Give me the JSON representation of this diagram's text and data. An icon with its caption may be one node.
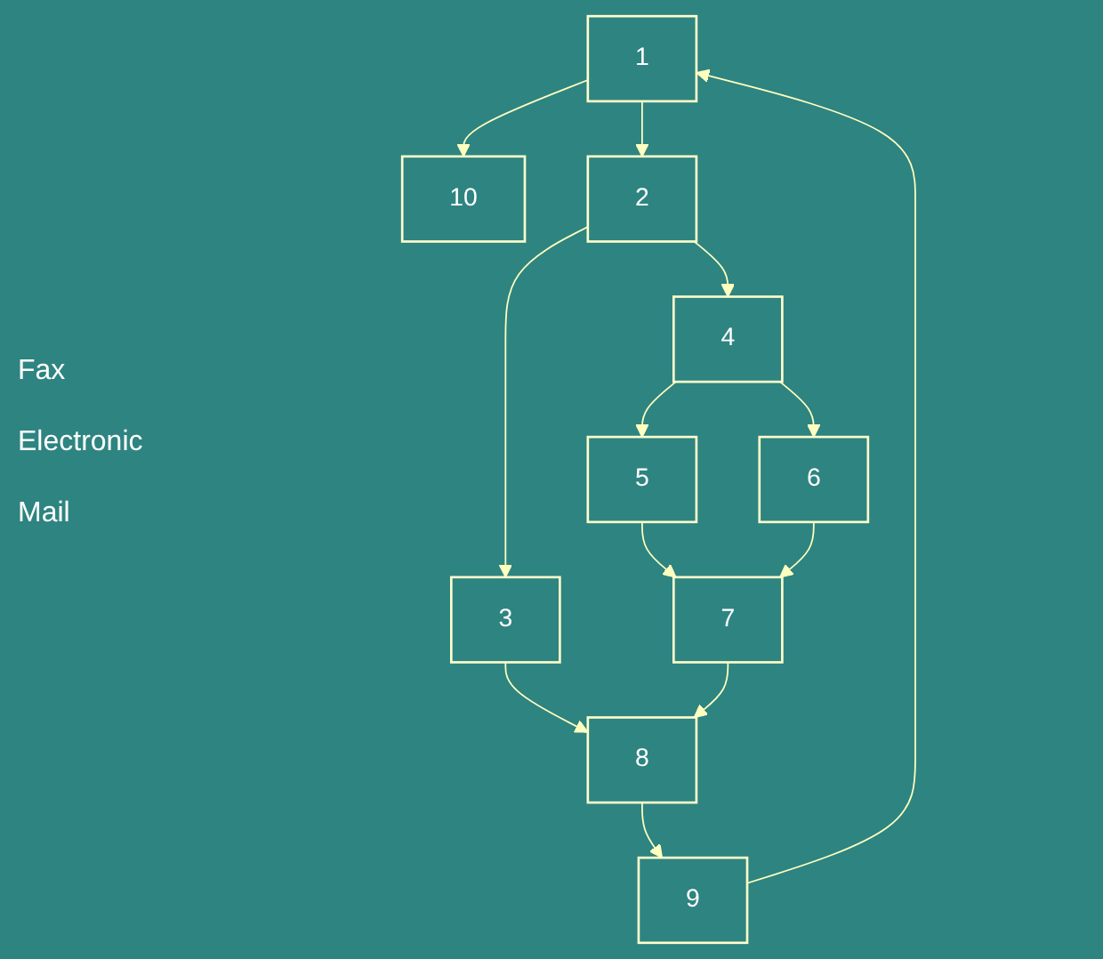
{
  "diagram": {
    "nodes": [
      {
        "text": [
          "1"
        ]
      },
      {
        "text": [
          "10"
        ]
      },
      {
        "text": [
          "2"
        ]
      },
      {
        "text": [
          "3"
        ]
      },
      {
        "text": [
          "4"
        ]
      },
      {
        "text": [
          "5"
        ]
      },
      {
        "text": [
          "6"
        ]
      },
      {
        "text": [
          "7"
        ]
      },
      {
        "text": [
          "8"
        ]
      },
      {
        "text": [
          "9"
        ]
      }
    ],
    "edges": [
      {
        "from": 0,
        "to": 1,
        "arrow": "to"
      },
      {
        "from": 0,
        "to": 2,
        "arrow": "to"
      },
      {
        "from": 2,
        "to": 3,
        "arrow": "to"
      },
      {
        "from": 2,
        "to": 4,
        "arrow": "to"
      },
      {
        "from": 4,
        "to": 5,
        "arrow": "to"
      },
      {
        "from": 4,
        "to": 6,
        "arrow": "to"
      },
      {
        "from": 5,
        "to": 7,
        "arrow": "to"
      },
      {
        "from": 6,
        "to": 7,
        "arrow": "to"
      },
      {
        "from": 3,
        "to": 8,
        "arrow": "to"
      },
      {
        "from": 7,
        "to": 8,
        "arrow": "to"
      },
      {
        "from": 8,
        "to": 9,
        "arrow": "to"
      },
      {
        "from": 9,
        "to": 0,
        "arrow": "to"
      }
    ],
    "labels": [
      "Fax",
      "Electronic",
      "Mail"
    ]
  }
}
